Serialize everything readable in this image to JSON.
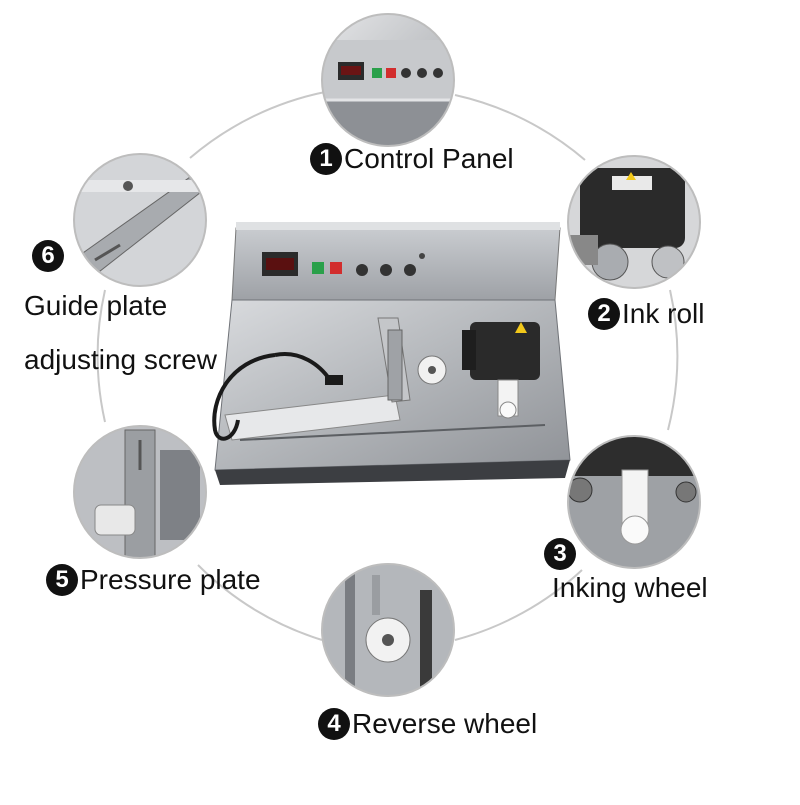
{
  "components": [
    {
      "number": "1",
      "label": "Control Panel"
    },
    {
      "number": "2",
      "label": "Ink roll"
    },
    {
      "number": "3",
      "label": "Inking wheel"
    },
    {
      "number": "4",
      "label": "Reverse wheel"
    },
    {
      "number": "5",
      "label": "Pressure plate"
    },
    {
      "number": "6",
      "label_line1": "Guide plate",
      "label_line2": "adjusting screw"
    }
  ],
  "machine": {
    "display_readout": "888",
    "warning_symbol": "warning-triangle-icon"
  },
  "colors": {
    "ring": "#c8c8c8",
    "badge": "#111111",
    "steel": "#b9bcc0",
    "steel_dark": "#7d8086",
    "ink_unit": "#2a2a2a",
    "button_red": "#d22d2d",
    "button_green": "#2aa04a",
    "label_yellow": "#f2c81a"
  }
}
